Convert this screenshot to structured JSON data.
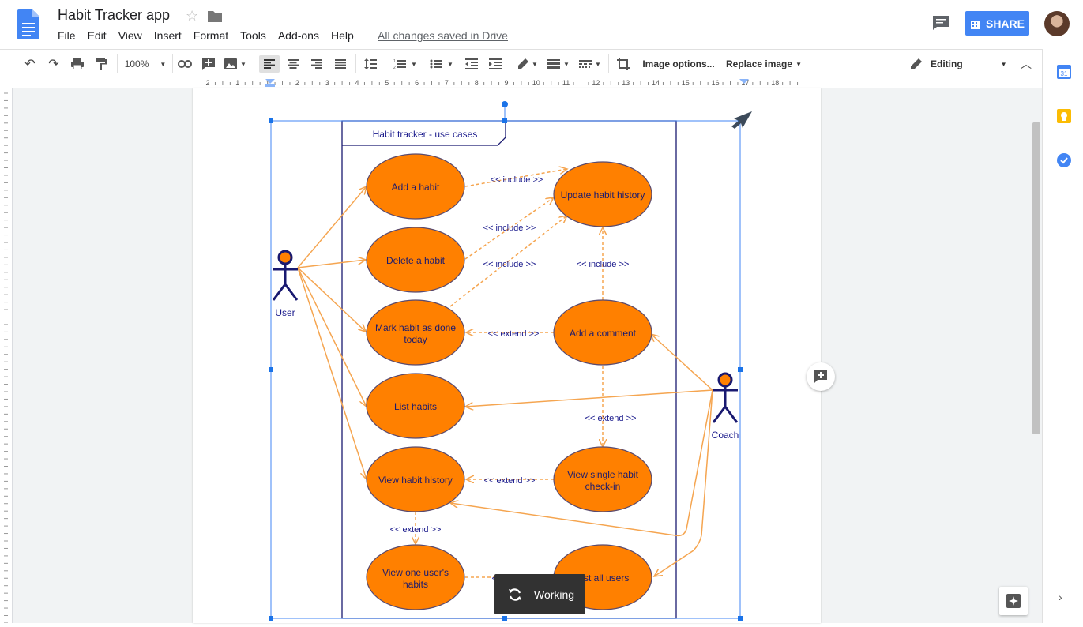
{
  "app": {
    "title": "Habit Tracker app",
    "saved_status": "All changes saved in Drive",
    "share_label": "SHARE"
  },
  "menu": [
    "File",
    "Edit",
    "View",
    "Insert",
    "Format",
    "Tools",
    "Add-ons",
    "Help"
  ],
  "toolbar": {
    "zoom": "100%",
    "image_options": "Image options...",
    "replace_image": "Replace image",
    "mode": "Editing"
  },
  "ruler_marks": [
    "2",
    "1",
    "1",
    "2",
    "3",
    "4",
    "5",
    "6",
    "7",
    "8",
    "9",
    "10",
    "11",
    "12",
    "13",
    "14",
    "15",
    "16",
    "17",
    "18"
  ],
  "diagram": {
    "title": "Habit tracker - use cases",
    "actors": {
      "user": "User",
      "coach": "Coach"
    },
    "usecases": {
      "add_habit": "Add a habit",
      "update_history": "Update habit history",
      "delete_habit": "Delete a habit",
      "mark_done_1": "Mark habit as done",
      "mark_done_2": "today",
      "add_comment": "Add a comment",
      "list_habits": "List habits",
      "view_history": "View habit history",
      "view_single_1": "View single habit",
      "view_single_2": "check-in",
      "view_user_1": "View one user's",
      "view_user_2": "habits",
      "list_users": "List all users"
    },
    "labels": {
      "include": "<< include >>",
      "extend": "<< extend >>"
    },
    "colors": {
      "usecase_fill": "#ff8000",
      "frame": "#191970",
      "arrow": "#f5a550",
      "text": "#1a1a8c"
    }
  },
  "toast": {
    "label": "Working"
  }
}
